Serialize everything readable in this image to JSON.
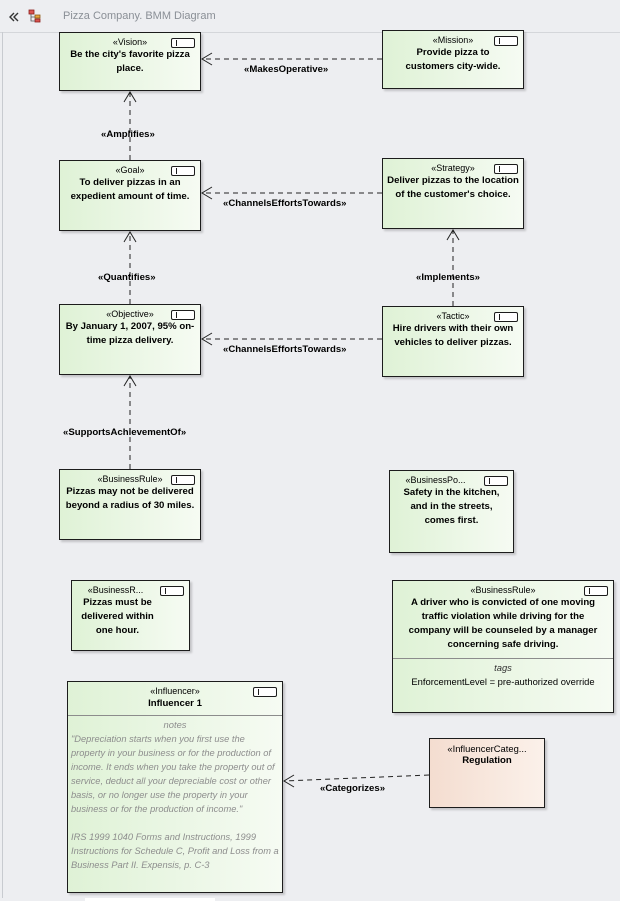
{
  "window": {
    "title": "Pizza Company.  BMM Diagram"
  },
  "toolbar": {
    "collapse_icon": "double-chevron-left-icon",
    "browser_icon": "project-browser-icon"
  },
  "elements": {
    "vision": {
      "stereotype": "«Vision»",
      "name": "Be the city's favorite pizza place."
    },
    "mission": {
      "stereotype": "«Mission»",
      "name": "Provide pizza to customers city-wide."
    },
    "goal": {
      "stereotype": "«Goal»",
      "name": "To deliver pizzas in an expedient amount of time."
    },
    "strategy": {
      "stereotype": "«Strategy»",
      "name": "Deliver pizzas to the location of the customer's choice."
    },
    "objective": {
      "stereotype": "«Objective»",
      "name": "By January 1, 2007, 95% on-time pizza delivery."
    },
    "tactic": {
      "stereotype": "«Tactic»",
      "name": "Hire drivers with their own vehicles to deliver pizzas."
    },
    "rule_radius": {
      "stereotype": "«BusinessRule»",
      "name": "Pizzas may not be delivered beyond a radius of 30 miles."
    },
    "policy": {
      "stereotype": "«BusinessPo...",
      "name": "Safety in the kitchen, and in the streets, comes first."
    },
    "rule_hour": {
      "stereotype": "«BusinessR...",
      "name": "Pizzas must be delivered within one hour."
    },
    "rule_driver": {
      "stereotype": "«BusinessRule»",
      "name": "A driver who is convicted of one moving traffic violation while driving for the company will be counseled by a manager concerning safe driving.",
      "tags_header": "tags",
      "tag": "EnforcementLevel = pre-authorized override"
    },
    "influencer": {
      "stereotype": "«Influencer»",
      "name": "Influencer 1",
      "notes_header": "notes",
      "note_text": "\"Depreciation starts when you first use the property in your business or for the production of income. It ends when you take the property out of service, deduct all your depreciable cost or other basis, or no longer use the property in your business or for the production of income.\"",
      "note_source": "IRS 1999 1040 Forms and Instructions, 1999 Instructions for Schedule C, Profit and Loss from a Business Part II. Expensis, p. C-3"
    },
    "category": {
      "stereotype": "«InfluencerCateg...",
      "name": "Regulation"
    }
  },
  "connectors": {
    "makes_operative": "«MakesOperative»",
    "amplifies": "«Amplifies»",
    "channels_goal": "«ChannelsEffortsTowards»",
    "quantifies": "«Quantifies»",
    "implements": "«Implements»",
    "channels_objective": "«ChannelsEffortsTowards»",
    "supports": "«SupportsAchievementOf»",
    "categorizes": "«Categorizes»"
  }
}
